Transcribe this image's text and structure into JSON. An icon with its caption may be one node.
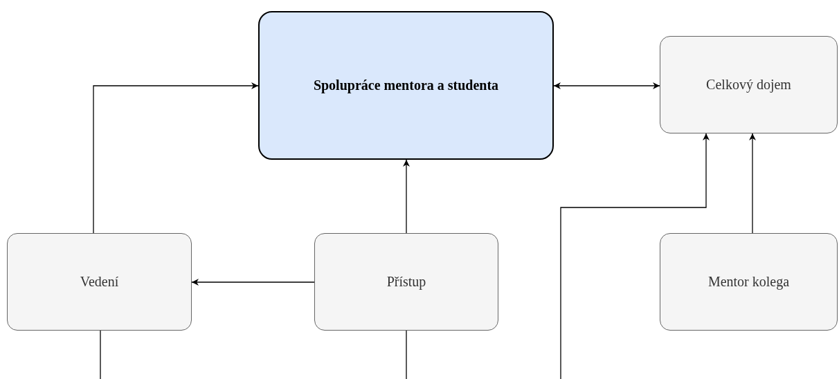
{
  "diagram": {
    "nodes": [
      {
        "text": [
          "Spolupráce mentora a studenta"
        ]
      },
      {
        "text": [
          "Celkový dojem"
        ]
      },
      {
        "text": [
          "Vedení"
        ]
      },
      {
        "text": [
          "Přístup"
        ]
      },
      {
        "text": [
          "Mentor kolega"
        ]
      }
    ],
    "edges": [
      {
        "from": 2,
        "to": 0,
        "arrow": "to"
      },
      {
        "from": 3,
        "to": 0,
        "arrow": "to"
      },
      {
        "from": 0,
        "to": 1,
        "arrow": "both"
      },
      {
        "from": 3,
        "to": 2,
        "arrow": "to"
      },
      {
        "from": 4,
        "to": 1,
        "arrow": "to"
      },
      {
        "from": null,
        "to": 1,
        "arrow": "to"
      },
      {
        "from": 2,
        "to": null,
        "arrow": "none"
      },
      {
        "from": 3,
        "to": null,
        "arrow": "none"
      }
    ]
  }
}
